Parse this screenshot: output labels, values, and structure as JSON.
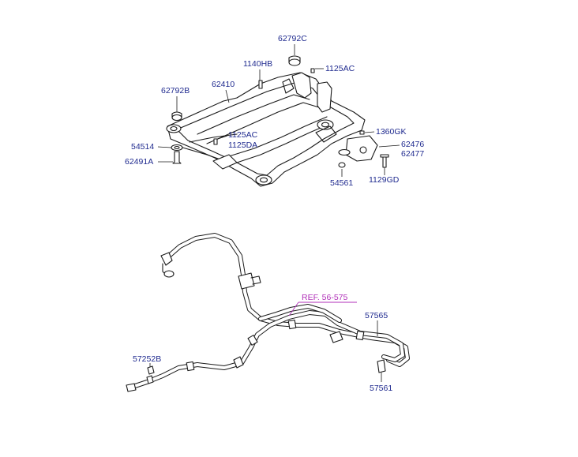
{
  "labels": {
    "p62792C": "62792C",
    "p1140HB": "1140HB",
    "p1125AC_top": "1125AC",
    "p62792B": "62792B",
    "p62410": "62410",
    "p1125AC_mid": "1125AC",
    "p1125DA": "1125DA",
    "p1360GK": "1360GK",
    "p54514": "54514",
    "p62476": "62476",
    "p62477": "62477",
    "p62491A": "62491A",
    "p54561": "54561",
    "p1129GD": "1129GD",
    "ref_56575": "REF. 56-575",
    "p57565": "57565",
    "p57252B": "57252B",
    "p57561": "57561"
  },
  "colors": {
    "part_number": "#1f2a8f",
    "reference": "#b02fb8",
    "line_art": "#1a1a1a",
    "background": "#ffffff"
  }
}
